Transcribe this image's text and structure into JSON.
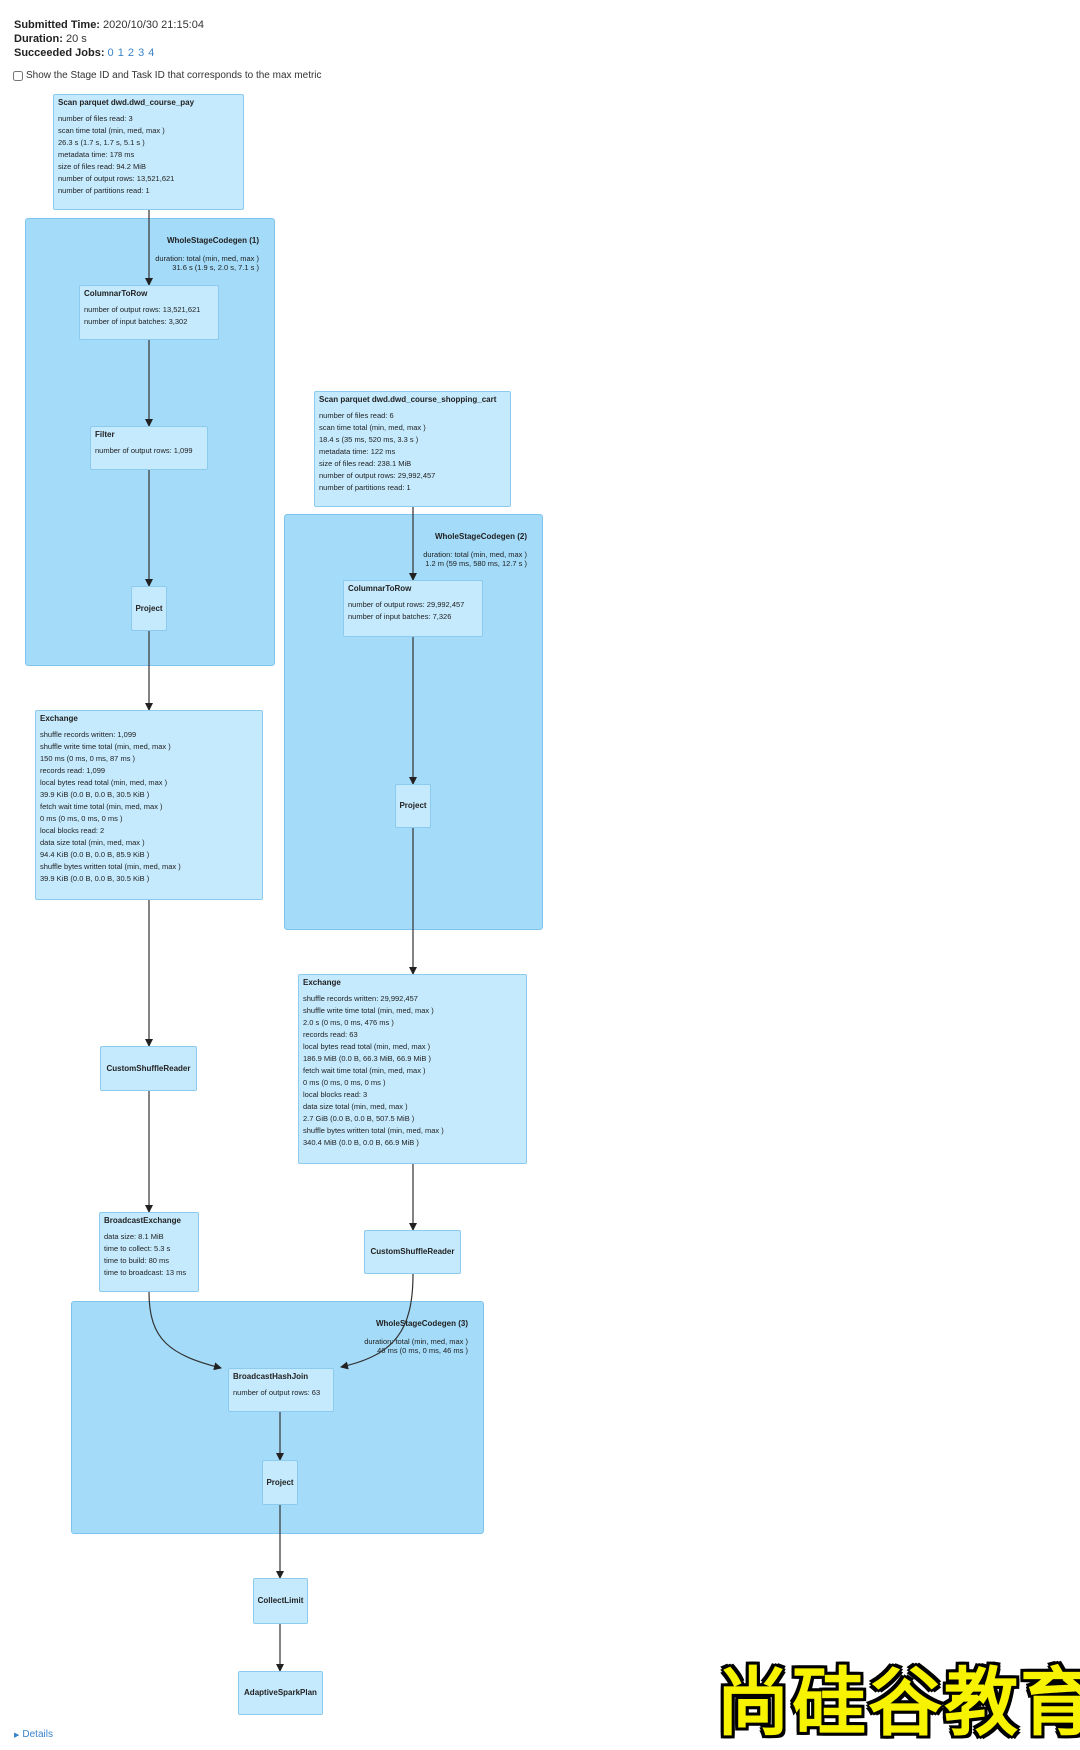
{
  "header": {
    "submitted_label": "Submitted Time:",
    "submitted_value": "2020/10/30 21:15:04",
    "duration_label": "Duration:",
    "duration_value": "20 s",
    "jobs_label": "Succeeded Jobs:",
    "jobs": [
      "0",
      "1",
      "2",
      "3",
      "4"
    ]
  },
  "checkbox_label": "Show the Stage ID and Task ID that corresponds to the max metric",
  "clusters": {
    "wsc1": {
      "title": "WholeStageCodegen (1)",
      "metric": "duration: total (min, med, max )\n31.6 s (1.9 s, 2.0 s, 7.1 s )"
    },
    "wsc2": {
      "title": "WholeStageCodegen (2)",
      "metric": "duration: total (min, med, max )\n1.2 m (59 ms, 580 ms, 12.7 s )"
    },
    "wsc3": {
      "title": "WholeStageCodegen (3)",
      "metric": "duration: total (min, med, max )\n46 ms (0 ms, 0 ms, 46 ms )"
    }
  },
  "nodes": {
    "scan_pay": {
      "title": "Scan parquet dwd.dwd_course_pay",
      "metrics": [
        "number of files read: 3",
        "scan time total (min, med, max )",
        "26.3 s (1.7 s, 1.7 s, 5.1 s )",
        "metadata time: 178 ms",
        "size of files read: 94.2 MiB",
        "number of output rows: 13,521,621",
        "number of partitions read: 1"
      ]
    },
    "c2r_1": {
      "title": "ColumnarToRow",
      "metrics": [
        "number of output rows: 13,521,621",
        "number of input batches: 3,302"
      ]
    },
    "filter_1": {
      "title": "Filter",
      "metrics": [
        "number of output rows: 1,099"
      ]
    },
    "project_1": {
      "title": "Project"
    },
    "exchange_1": {
      "title": "Exchange",
      "metrics": [
        "shuffle records written: 1,099",
        "shuffle write time total (min, med, max )",
        "150 ms (0 ms, 0 ms, 87 ms )",
        "records read: 1,099",
        "local bytes read total (min, med, max )",
        "39.9 KiB (0.0 B, 0.0 B, 30.5 KiB )",
        "fetch wait time total (min, med, max )",
        "0 ms (0 ms, 0 ms, 0 ms )",
        "local blocks read: 2",
        "data size total (min, med, max )",
        "94.4 KiB (0.0 B, 0.0 B, 85.9 KiB )",
        "shuffle bytes written total (min, med, max )",
        "39.9 KiB (0.0 B, 0.0 B, 30.5 KiB )"
      ]
    },
    "csr_1": {
      "title": "CustomShuffleReader"
    },
    "broadcast": {
      "title": "BroadcastExchange",
      "metrics": [
        "data size: 8.1 MiB",
        "time to collect: 5.3 s",
        "time to build: 80 ms",
        "time to broadcast: 13 ms"
      ]
    },
    "scan_cart": {
      "title": "Scan parquet dwd.dwd_course_shopping_cart",
      "metrics": [
        "number of files read: 6",
        "scan time total (min, med, max )",
        "18.4 s (35 ms, 520 ms, 3.3 s )",
        "metadata time: 122 ms",
        "size of files read: 238.1 MiB",
        "number of output rows: 29,992,457",
        "number of partitions read: 1"
      ]
    },
    "c2r_2": {
      "title": "ColumnarToRow",
      "metrics": [
        "number of output rows: 29,992,457",
        "number of input batches: 7,326"
      ]
    },
    "project_2": {
      "title": "Project"
    },
    "exchange_2": {
      "title": "Exchange",
      "metrics": [
        "shuffle records written: 29,992,457",
        "shuffle write time total (min, med, max )",
        "2.0 s (0 ms, 0 ms, 476 ms )",
        "records read: 63",
        "local bytes read total (min, med, max )",
        "186.9 MiB (0.0 B, 66.3 MiB, 66.9 MiB )",
        "fetch wait time total (min, med, max )",
        "0 ms (0 ms, 0 ms, 0 ms )",
        "local blocks read: 3",
        "data size total (min, med, max )",
        "2.7 GiB (0.0 B, 0.0 B, 507.5 MiB )",
        "shuffle bytes written total (min, med, max )",
        "340.4 MiB (0.0 B, 0.0 B, 66.9 MiB )"
      ]
    },
    "csr_2": {
      "title": "CustomShuffleReader"
    },
    "bhj": {
      "title": "BroadcastHashJoin",
      "metrics": [
        "number of output rows: 63"
      ]
    },
    "project_3": {
      "title": "Project"
    },
    "collect": {
      "title": "CollectLimit"
    },
    "adaptive": {
      "title": "AdaptiveSparkPlan"
    }
  },
  "footer": {
    "details_label": "Details"
  },
  "watermark": "尚硅谷教育"
}
